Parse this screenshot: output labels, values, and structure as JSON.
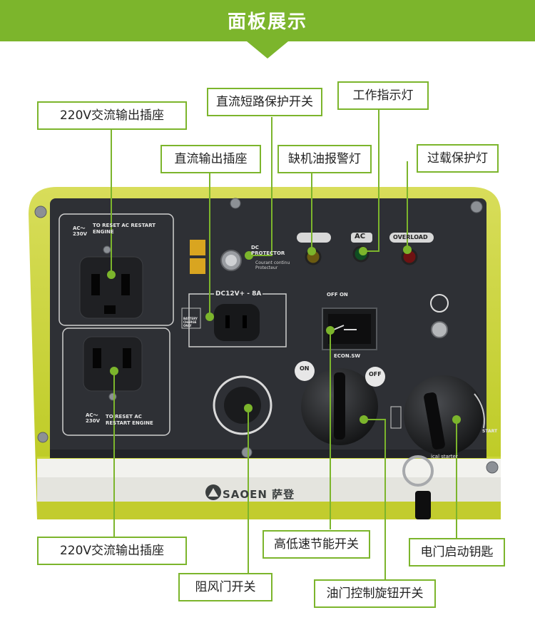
{
  "title": "面板展示",
  "labels": {
    "ac_outlet_top": "220V交流输出插座",
    "dc_output": "直流输出插座",
    "dc_protector_switch": "直流短路保护开关",
    "low_oil_lamp": "缺机油报警灯",
    "work_lamp": "工作指示灯",
    "overload_lamp": "过载保护灯",
    "ac_outlet_bottom": "220V交流输出插座",
    "choke_switch": "阻风门开关",
    "eco_switch": "高低速节能开关",
    "fuel_knob": "油门控制旋钮开关",
    "ignition_key": "电门启动钥匙"
  },
  "panel": {
    "ac_tag": "AC～ 230V",
    "reset_text": "TO RESET AC RESTART ENGINE",
    "dc_protector": "DC PROTECTOR",
    "dc_protector_fr": "Courant continu Protecteur",
    "dc_rating": "DC12V+ - 8A",
    "battery_tag": "BATTERY CHARGE ONLY",
    "lamp_ac": "AC",
    "lamp_overload": "OVERLOAD",
    "off_on": "OFF ON",
    "econ": "ECON.SW",
    "on": "ON",
    "off": "OFF",
    "start": "START",
    "starter": "ical starter",
    "brand": "SAOEN 萨登"
  },
  "colors": {
    "accent": "#7cb52c",
    "panel": "#2e3035",
    "frame": "#c6d62a"
  }
}
